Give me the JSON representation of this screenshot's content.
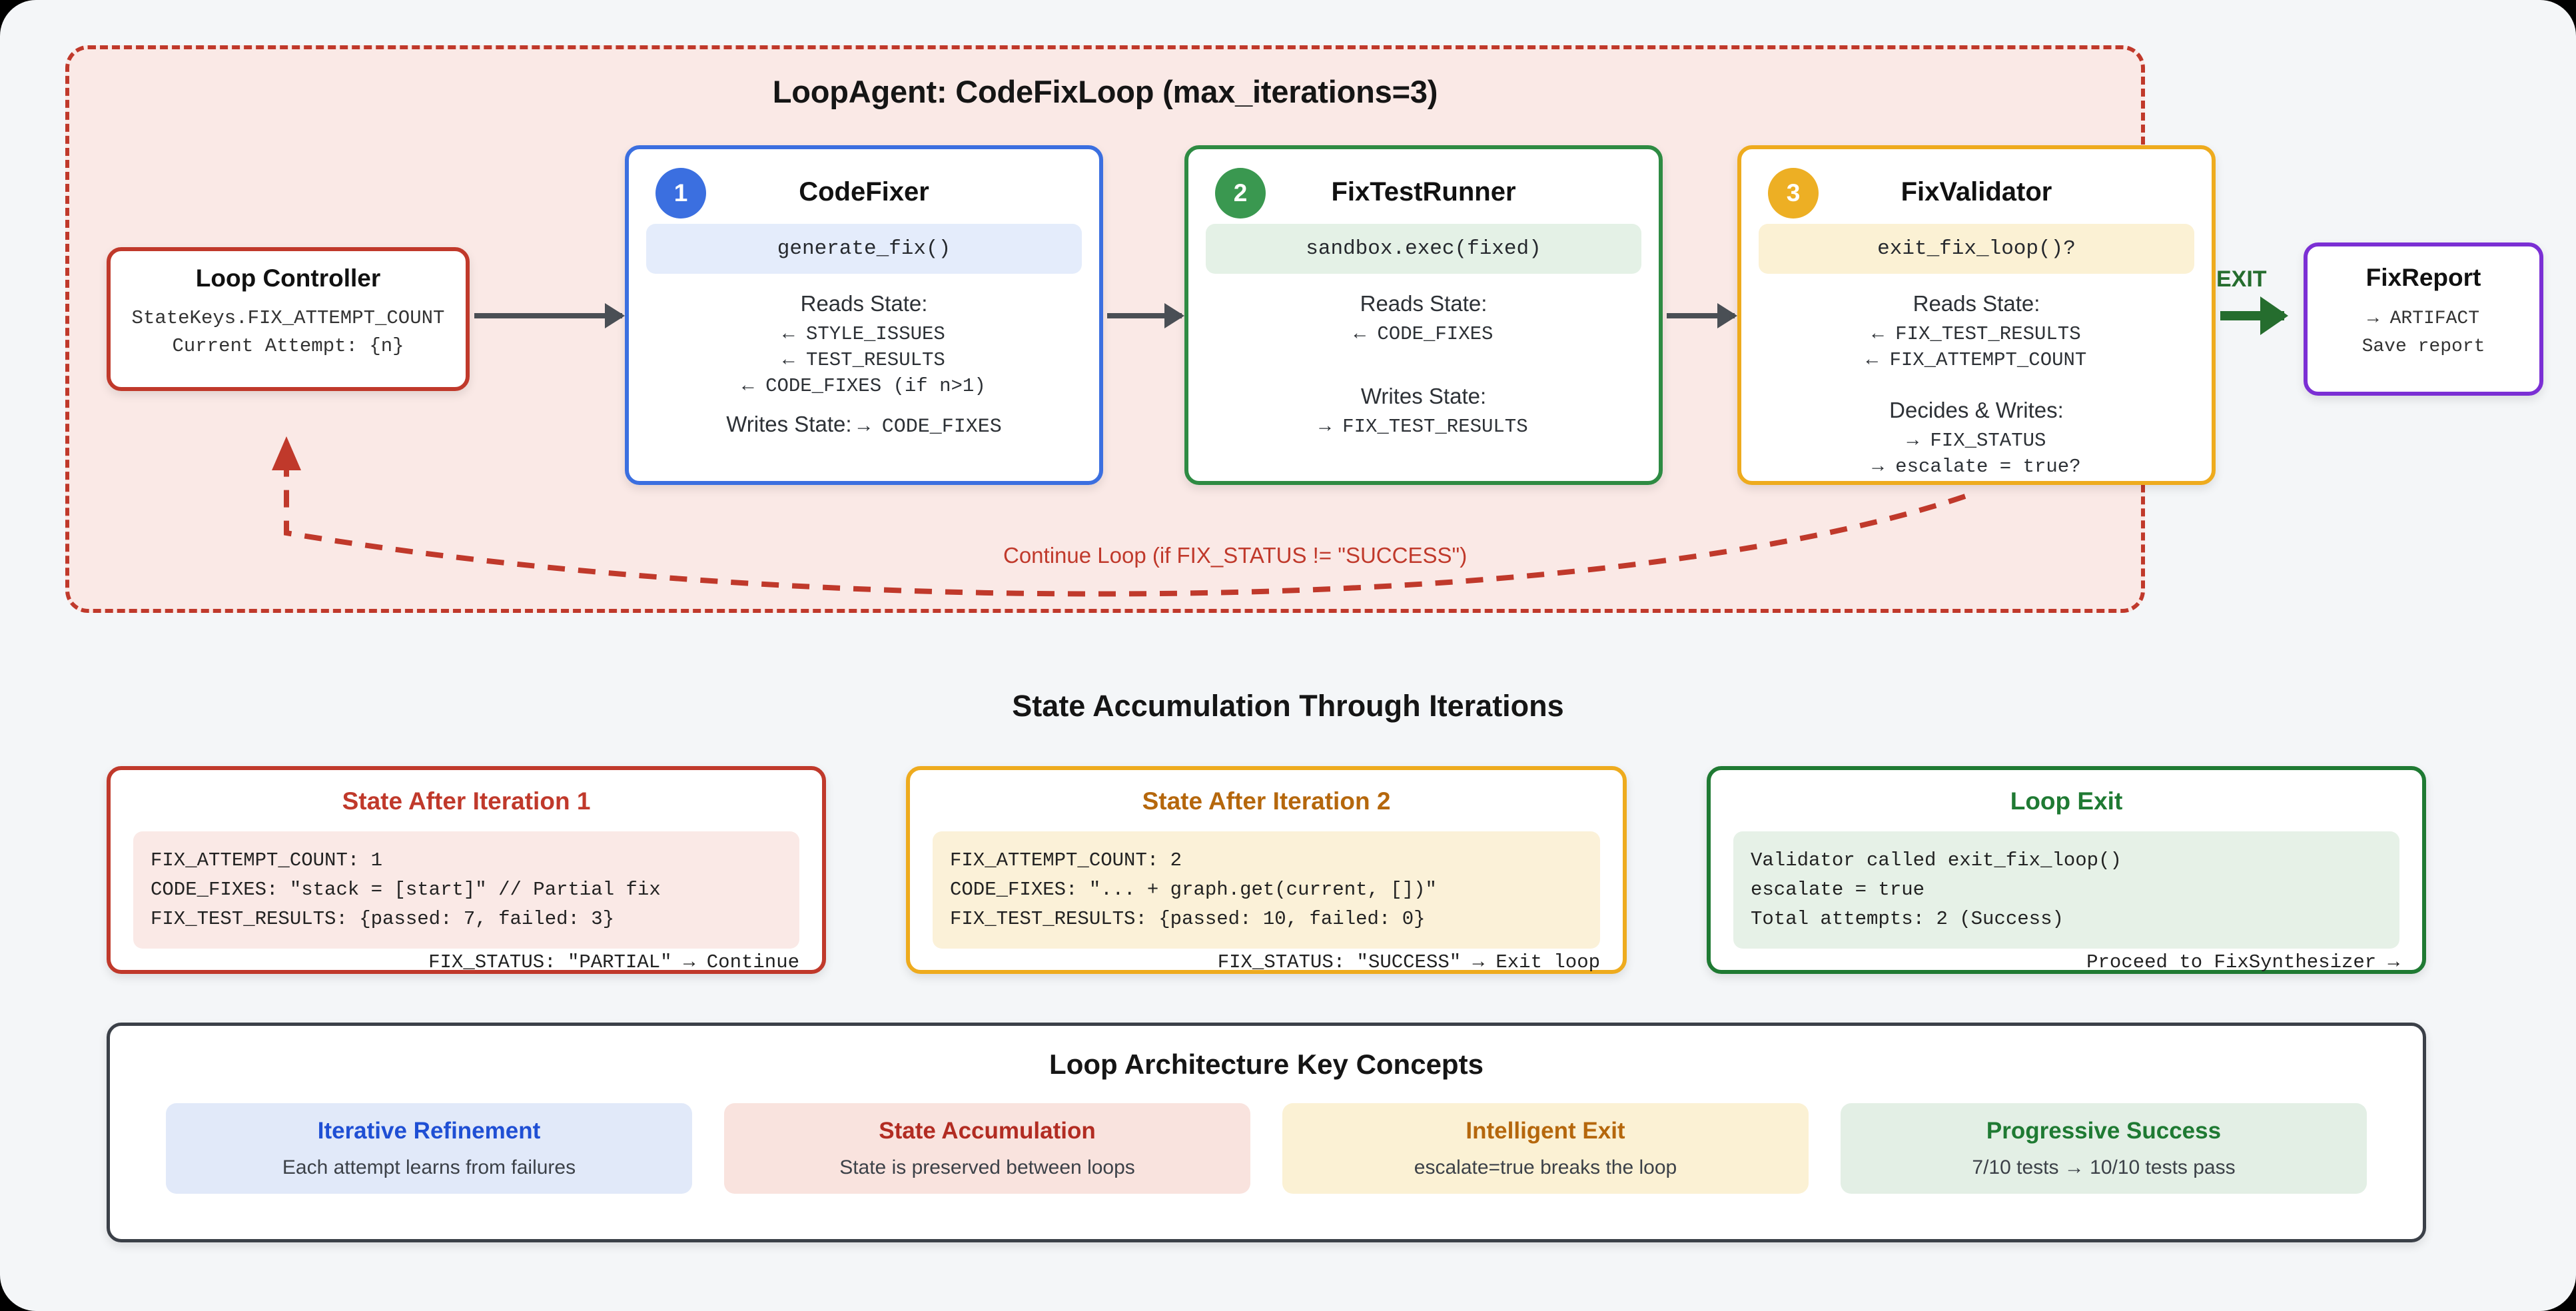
{
  "loop": {
    "title": "LoopAgent: CodeFixLoop (max_iterations=3)",
    "border_color": "#c0392b",
    "fill_color": "#fae9e6",
    "continue_label": "Continue Loop (if FIX_STATUS != \"SUCCESS\")"
  },
  "loop_controller": {
    "title": "Loop Controller",
    "line1": "StateKeys.FIX_ATTEMPT_COUNT",
    "line2": "Current Attempt: {n}",
    "color": "#c0392b"
  },
  "agents": [
    {
      "number": "1",
      "name": "CodeFixer",
      "call": "generate_fix()",
      "reads_label": "Reads State:",
      "reads": [
        "← STYLE_ISSUES",
        "← TEST_RESULTS",
        "← CODE_FIXES (if n>1)"
      ],
      "writes_inline": "Writes State:",
      "writes_inline_value": "→ CODE_FIXES",
      "color": "#3b6fe0"
    },
    {
      "number": "2",
      "name": "FixTestRunner",
      "call": "sandbox.exec(fixed)",
      "reads_label": "Reads State:",
      "reads": [
        "← CODE_FIXES"
      ],
      "writes_label": "Writes State:",
      "writes": [
        "→ FIX_TEST_RESULTS"
      ],
      "color": "#2e8b43"
    },
    {
      "number": "3",
      "name": "FixValidator",
      "call": "exit_fix_loop()?",
      "reads_label": "Reads State:",
      "reads": [
        "← FIX_TEST_RESULTS",
        "← FIX_ATTEMPT_COUNT"
      ],
      "writes_label": "Decides & Writes:",
      "writes": [
        "→ FIX_STATUS",
        "→ escalate = true?"
      ],
      "color": "#eeab1e"
    }
  ],
  "exit": {
    "label": "EXIT",
    "color": "#256d2e"
  },
  "fix_report": {
    "title": "FixReport",
    "line1": "→ ARTIFACT",
    "line2": "Save report",
    "color": "#7b2fd4"
  },
  "state_section": {
    "heading": "State Accumulation Through Iterations",
    "cards": [
      {
        "title": "State After Iteration 1",
        "color": "#c0392b",
        "lines": [
          "FIX_ATTEMPT_COUNT: 1",
          "CODE_FIXES: \"stack = [start]\" // Partial fix",
          "FIX_TEST_RESULTS: {passed: 7, failed: 3}"
        ],
        "footer": "FIX_STATUS: \"PARTIAL\" → Continue"
      },
      {
        "title": "State After Iteration 2",
        "color": "#b5670c",
        "lines": [
          "FIX_ATTEMPT_COUNT: 2",
          "CODE_FIXES: \"... + graph.get(current, [])\"",
          "FIX_TEST_RESULTS: {passed: 10, failed: 0}"
        ],
        "footer": "FIX_STATUS: \"SUCCESS\" → Exit loop"
      },
      {
        "title": "Loop Exit",
        "color": "#1f7a33",
        "lines": [
          "Validator called exit_fix_loop()",
          "escalate = true",
          "Total attempts: 2 (Success)"
        ],
        "footer": "Proceed to FixSynthesizer →"
      }
    ]
  },
  "key_concepts": {
    "title": "Loop Architecture Key Concepts",
    "cards": [
      {
        "title": "Iterative Refinement",
        "desc": "Each attempt learns from failures",
        "color": "#1f4fd4"
      },
      {
        "title": "State Accumulation",
        "desc": "State is preserved between loops",
        "color": "#b22c22"
      },
      {
        "title": "Intelligent Exit",
        "desc": "escalate=true breaks the loop",
        "color": "#b5670c"
      },
      {
        "title": "Progressive Success",
        "desc": "7/10 tests → 10/10 tests pass",
        "color": "#1f7a33"
      }
    ]
  }
}
